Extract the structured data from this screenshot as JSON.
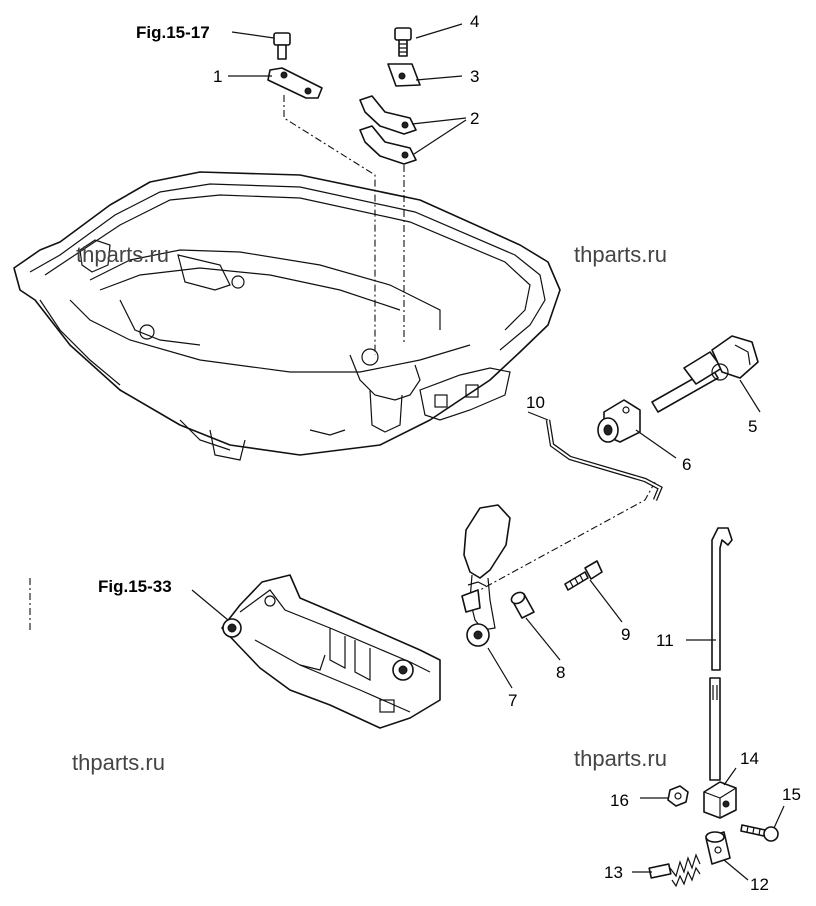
{
  "figure_refs": {
    "top": "Fig.15-17",
    "bottom": "Fig.15-33"
  },
  "callouts": {
    "c1": "1",
    "c2": "2",
    "c3": "3",
    "c4": "4",
    "c5": "5",
    "c6": "6",
    "c7": "7",
    "c8": "8",
    "c9": "9",
    "c10": "10",
    "c11": "11",
    "c12": "12",
    "c13": "13",
    "c14": "14",
    "c15": "15",
    "c16": "16"
  },
  "watermarks": {
    "w1": "thparts.ru",
    "w2": "thparts.ru",
    "w3": "thparts.ru",
    "w4": "thparts.ru"
  }
}
